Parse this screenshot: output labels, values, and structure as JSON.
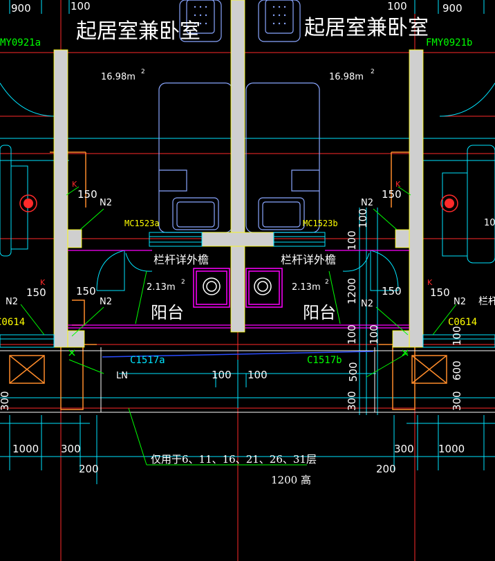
{
  "colors": {
    "background": "#000000",
    "wall": "#cfcfcf",
    "axis": "#ff2a2a",
    "dimension": "#00e5ff",
    "text_yellow": "#ffff00",
    "text_green": "#00ff00",
    "balcony_line": "#ff00ff",
    "equipment_outline": "#ff8c2a",
    "fixture_outline": "#8aa6ff"
  },
  "rooms": {
    "left_name": "起居室兼卧室",
    "right_name": "起居室兼卧室",
    "left_area": "16.98m",
    "right_area": "16.98m",
    "area_unit": "2"
  },
  "balcony": {
    "left_name": "阳台",
    "right_name": "阳台",
    "left_area": "2.13m",
    "right_area": "2.13m",
    "area_unit": "2",
    "left_railing_note": "栏杆详外檐",
    "right_railing_note": "栏杆详外檐"
  },
  "doors": {
    "left_door": "MY0921a",
    "right_door": "FMY0921b",
    "left_balcony_door": "MC1523a",
    "right_balcony_door": "MC1523b",
    "left_window": "C1517a",
    "right_window": "C1517b",
    "left_side_window": "C0614",
    "right_side_window": "C0614"
  },
  "tags": {
    "n2": "N2",
    "k": "K",
    "ln": "LN",
    "partial_right_text": "10.",
    "partial_right_rail": "栏杆"
  },
  "dimensions": {
    "top_900": "900",
    "top_100": "100",
    "d150": "150",
    "d100": "100",
    "d1200": "1200",
    "d500": "500",
    "d300": "300",
    "d1000": "1000",
    "d200": "200",
    "d600": "600"
  },
  "notes": {
    "floor_note": "仅用于6、11、16、21、26、31层",
    "height_note": "1200 高"
  }
}
